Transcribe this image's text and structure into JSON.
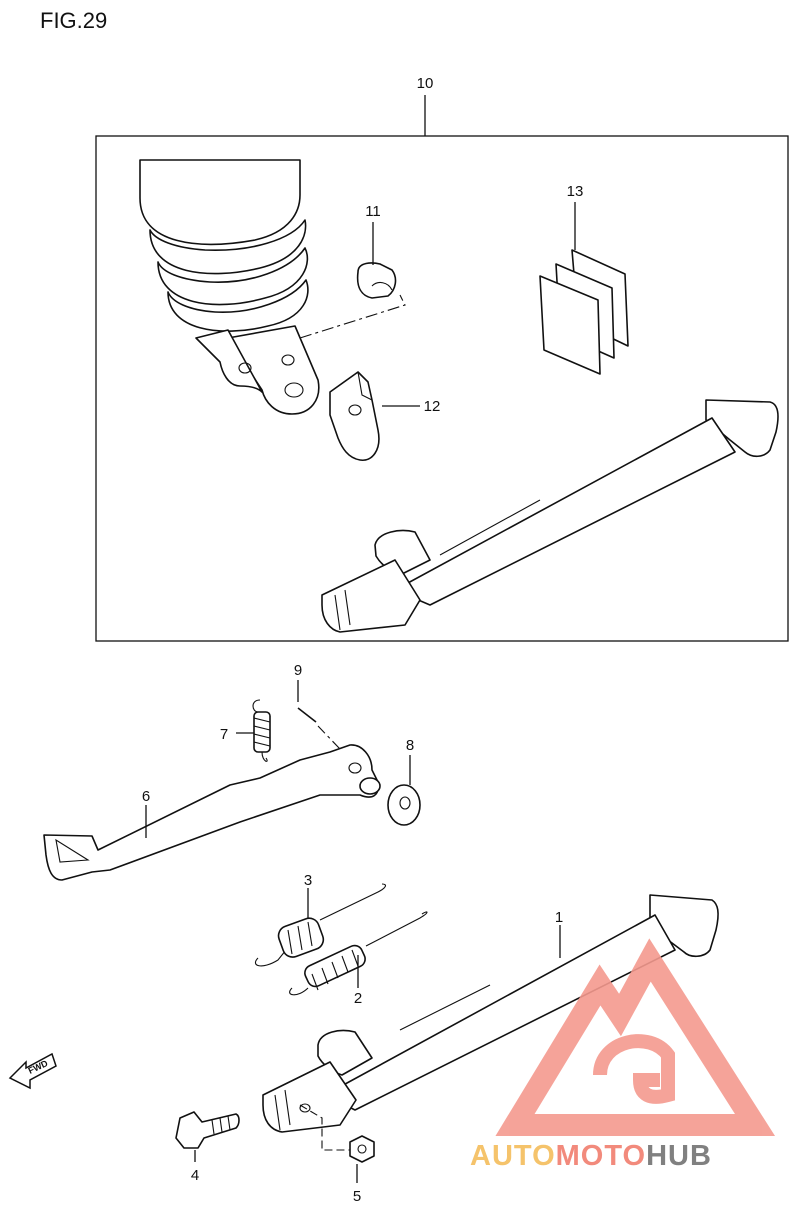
{
  "figure": {
    "title": "FIG.29"
  },
  "parts": [
    {
      "num": "1"
    },
    {
      "num": "2"
    },
    {
      "num": "3"
    },
    {
      "num": "4"
    },
    {
      "num": "5"
    },
    {
      "num": "6"
    },
    {
      "num": "7"
    },
    {
      "num": "8"
    },
    {
      "num": "9"
    },
    {
      "num": "10"
    },
    {
      "num": "11"
    },
    {
      "num": "12"
    },
    {
      "num": "13"
    }
  ],
  "fwd_label": "FWD",
  "watermark": {
    "part1": "AUTO",
    "part2": "MOTO",
    "part3": "HUB",
    "colors": {
      "auto": "#f5c36b",
      "moto": "#f28a7c",
      "hub": "#808080",
      "logo": "#f49a8f"
    }
  }
}
